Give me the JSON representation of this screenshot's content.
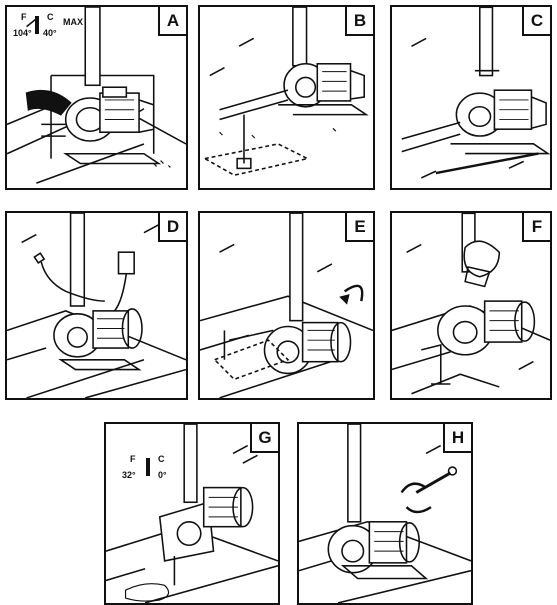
{
  "panels": [
    {
      "label": "A"
    },
    {
      "label": "B"
    },
    {
      "label": "C"
    },
    {
      "label": "D"
    },
    {
      "label": "E"
    },
    {
      "label": "F"
    },
    {
      "label": "G"
    },
    {
      "label": "H"
    }
  ],
  "panel_a_thermo": {
    "f": "F",
    "c": "C",
    "f_temp": "104°",
    "c_temp": "40°",
    "max": "MAX"
  },
  "panel_g_thermo": {
    "f": "F",
    "c": "C",
    "f_temp": "32°",
    "c_temp": "0°"
  }
}
